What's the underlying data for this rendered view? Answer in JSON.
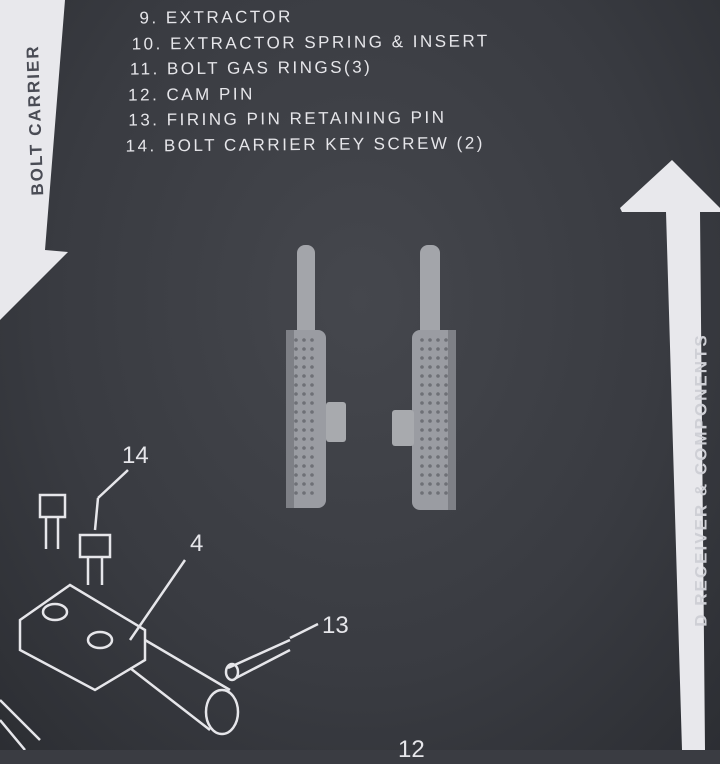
{
  "legend": {
    "items": [
      "9. EXTRACTOR",
      "10. EXTRACTOR SPRING & INSERT",
      "11. BOLT GAS RINGS(3)",
      "12. CAM PIN",
      "13. FIRING PIN RETAINING PIN",
      "14. BOLT CARRIER KEY SCREW (2)"
    ]
  },
  "arrows": {
    "left_label": "BOLT CARRIER",
    "right_label": "D RECEIVER & COMPONENTS"
  },
  "diagram": {
    "callouts": [
      "14",
      "4",
      "13",
      "12"
    ]
  },
  "colors": {
    "mat": "#3a3c42",
    "print": "#e6e6ea",
    "part": "#9a9ca2"
  }
}
